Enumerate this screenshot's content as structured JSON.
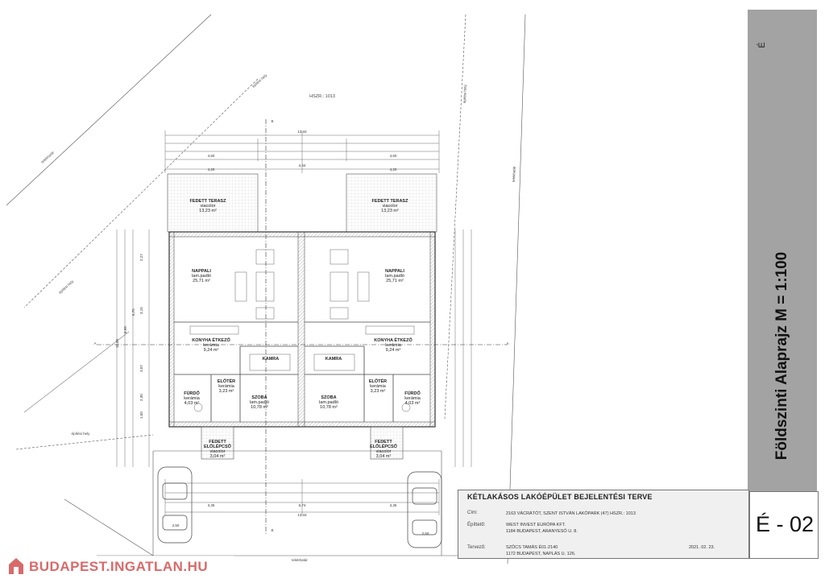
{
  "drawing": {
    "parcel_label": "HSZR.: 1013",
    "site_labels": {
      "telekhatar": "telekhatár",
      "epitesi_hely": "építési hely",
      "ossz_lakopark": ""
    },
    "section_marks": {
      "a": "A",
      "b": "B"
    },
    "rooms": [
      {
        "name": "FEDETT TERASZ",
        "finish": "viacolor",
        "area": "13,23 m²",
        "side": "left"
      },
      {
        "name": "FEDETT TERASZ",
        "finish": "viacolor",
        "area": "13,23 m²",
        "side": "right"
      },
      {
        "name": "NAPPALI",
        "finish": "lam.padló",
        "area": "25,71 m²",
        "side": "left"
      },
      {
        "name": "NAPPALI",
        "finish": "lam.padló",
        "area": "25,71 m²",
        "side": "right"
      },
      {
        "name": "KONYHA ÉTKEZŐ",
        "finish": "kerámia",
        "area": "9,24 m²",
        "side": "left"
      },
      {
        "name": "KONYHA ÉTKEZŐ",
        "finish": "kerámia",
        "area": "9,24 m²",
        "side": "right"
      },
      {
        "name": "KAMRA",
        "finish": "",
        "area": "",
        "side": "left"
      },
      {
        "name": "KAMRA",
        "finish": "",
        "area": "",
        "side": "right"
      },
      {
        "name": "ELŐTÉR",
        "finish": "kerámia",
        "area": "3,23 m²",
        "side": "left"
      },
      {
        "name": "ELŐTÉR",
        "finish": "kerámia",
        "area": "3,23 m²",
        "side": "right"
      },
      {
        "name": "FÜRDŐ",
        "finish": "kerámia",
        "area": "4,03 m²",
        "side": "left"
      },
      {
        "name": "FÜRDŐ",
        "finish": "kerámia",
        "area": "4,03 m²",
        "side": "right"
      },
      {
        "name": "SZOBA",
        "finish": "lam.padló",
        "area": "10,78 m²",
        "side": "left"
      },
      {
        "name": "SZOBA",
        "finish": "lam.padló",
        "area": "10,78 m²",
        "side": "right"
      },
      {
        "name": "FEDETT ELŐLÉPCSŐ",
        "finish": "viacolor",
        "area": "3,04 m²",
        "side": "left"
      },
      {
        "name": "FEDETT ELŐLÉPCSŐ",
        "finish": "viacolor",
        "area": "3,04 m²",
        "side": "right"
      }
    ],
    "dims_top": [
      "13,44",
      "4,50",
      "4,44",
      "4,50",
      "4,20",
      "4,20"
    ],
    "dims_bottom": [
      "13,44",
      "3,35",
      "6,74",
      "3,35",
      "2,50",
      "2,50"
    ],
    "dims_side": [
      "11,49",
      "8,99",
      "6,75",
      "3,15",
      "2,27",
      "3,07",
      "2,30",
      "1,50"
    ]
  },
  "title": {
    "sheet_title": "Földszinti Alaprajz  M = 1:100",
    "project": "KÉTLAKÁSOS LAKÓÉPÜLET BEJELENTÉSI TERVE",
    "fields": [
      {
        "label": "Cím:",
        "value": "2163 VÁCRÁTÓT, SZENT ISTVÁN LAKÓPARK (47) HSZR.: 1013"
      },
      {
        "label": "Építtető:",
        "value": "WEST INVEST EURÓPA KFT.",
        "value2": "1184 BUDAPEST, ARANYESŐ U. 8."
      },
      {
        "label": "Tervező:",
        "value": "SZŐCS TAMÁS        É01-2140",
        "value2": "1172 BUDAPEST, NAPLÁS U. 126."
      }
    ],
    "date": "2021. 02. 23.",
    "sheet_number": "É - 02",
    "north_label": "É"
  },
  "watermark": {
    "text": "BUDAPEST.INGATLAN.HU",
    "color": "#d86a6a"
  },
  "colors": {
    "sidebar": "#a3a3a3",
    "line": "#3a3a3a",
    "hatch": "#888888"
  }
}
